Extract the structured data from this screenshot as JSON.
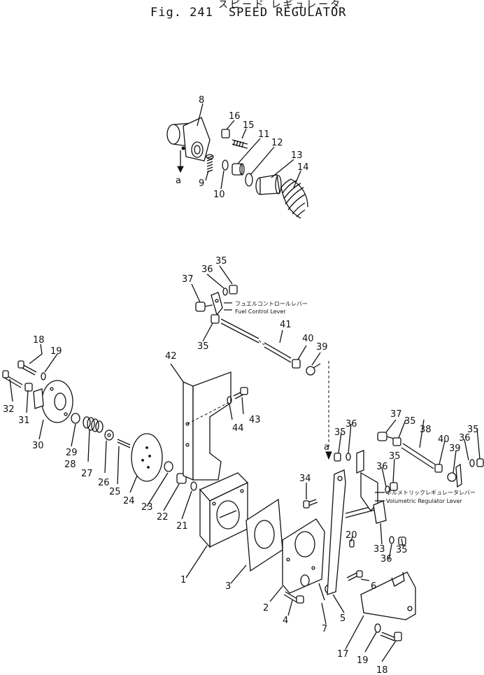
{
  "header": {
    "title_jp": "スピード レギュレータ",
    "fig_label": "Fig. 241",
    "title": "SPEED REGULATOR"
  },
  "notes": {
    "fuel_jp": "フュエルコントロールレバー",
    "fuel_en": "Fuel  Control  Lever",
    "vol_jp": "ボルメトリックレギュレータレバー",
    "vol_en": "Volumetric  Regulator  Lever"
  },
  "ref_a": "a",
  "callouts": [
    "8",
    "16",
    "15",
    "11",
    "12",
    "13",
    "14",
    "9",
    "10",
    "35",
    "36",
    "37",
    "41",
    "40",
    "39",
    "42",
    "43",
    "44",
    "18",
    "19",
    "32",
    "31",
    "30",
    "29",
    "28",
    "27",
    "26",
    "25",
    "24",
    "23",
    "22",
    "21",
    "1",
    "3",
    "2",
    "4",
    "5",
    "7",
    "6",
    "20",
    "34",
    "33",
    "38",
    "17"
  ]
}
